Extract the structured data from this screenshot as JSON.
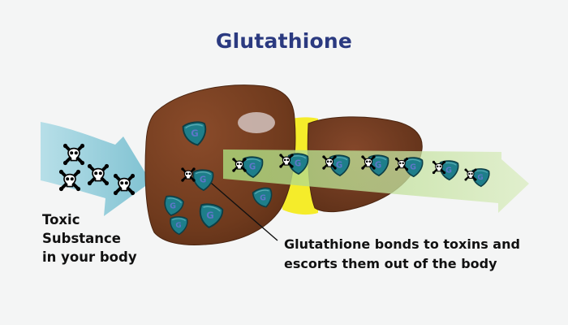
{
  "title": "Glutathione",
  "labels": {
    "toxic": [
      "Toxic",
      "Substance",
      "in your body"
    ],
    "bond": [
      "Glutathione bonds to toxins and",
      "escorts them out of the body"
    ]
  },
  "glutathione_symbol": "G",
  "icons": {
    "toxin": "skull-crossbones-icon",
    "glutathione": "glutathione-shield-icon",
    "organ": "liver"
  },
  "colors": {
    "background": "#f4f5f5",
    "title": "#2b3a80",
    "liver": "#7a4022",
    "liver_dark": "#4b2510",
    "gallbladder": "#f5ec2a",
    "inflow_arrow": "#8dc9d6",
    "outflow_arrow": "#b9dc87",
    "glutathione": "#1e7e8a",
    "glutathione_letter": "#5e76c9"
  }
}
